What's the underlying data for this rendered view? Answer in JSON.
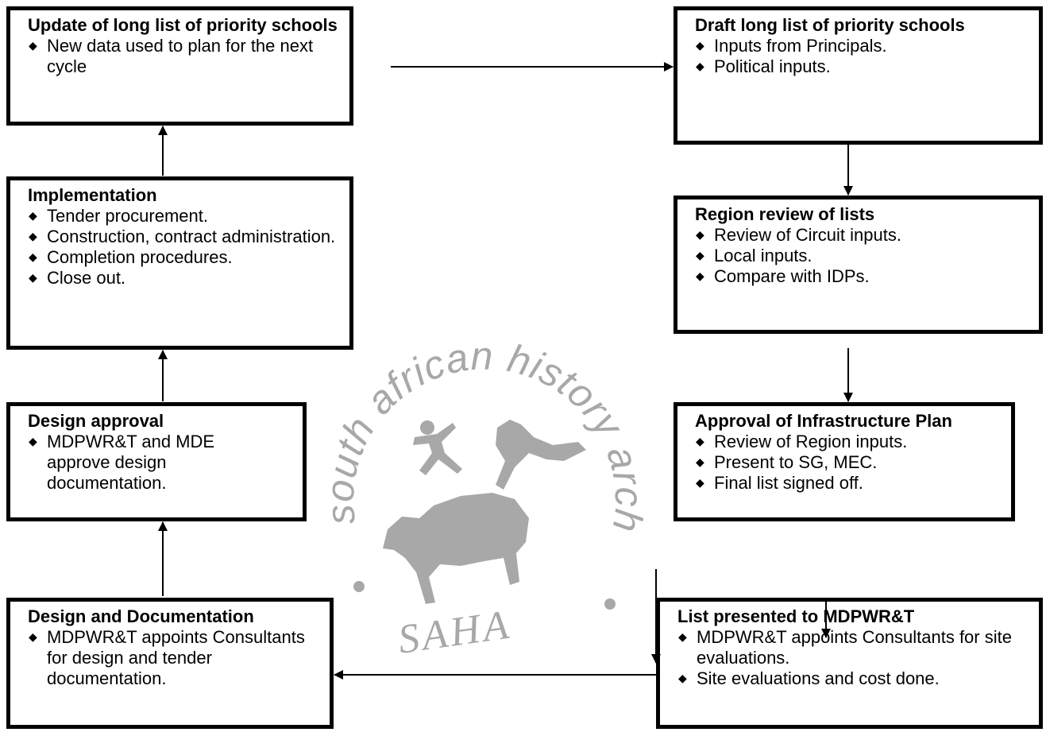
{
  "boxes": {
    "update": {
      "title": "Update of long list of priority schools",
      "items": [
        "New data used to plan for the next cycle"
      ]
    },
    "draft": {
      "title": "Draft long list of priority schools",
      "items": [
        "Inputs from Principals.",
        "Political inputs."
      ]
    },
    "implementation": {
      "title": "Implementation",
      "items": [
        "Tender procurement.",
        "Construction, contract administration.",
        "Completion procedures.",
        "Close out."
      ]
    },
    "region": {
      "title": "Region review of lists",
      "items": [
        "Review of Circuit inputs.",
        "Local inputs.",
        "Compare with IDPs."
      ]
    },
    "design_approval": {
      "title": "Design approval",
      "items": [
        "MDPWR&T and MDE approve design documentation."
      ]
    },
    "infra": {
      "title": "Approval of Infrastructure Plan",
      "items": [
        "Review of Region inputs.",
        "Present to SG, MEC.",
        "Final list signed off."
      ]
    },
    "design_doc": {
      "title": "Design and Documentation",
      "items": [
        "MDPWR&T appoints Consultants for design and tender documentation."
      ]
    },
    "list_presented": {
      "title": "List presented to  MDPWR&T",
      "items": [
        "MDPWR&T appoints Consultants for site evaluations.",
        "Site evaluations and cost done."
      ]
    }
  },
  "watermark": {
    "arc_text": "south african history archive",
    "acronym": "SAHA"
  },
  "colors": {
    "line": "#000000",
    "watermark": "#a8a8a8"
  }
}
